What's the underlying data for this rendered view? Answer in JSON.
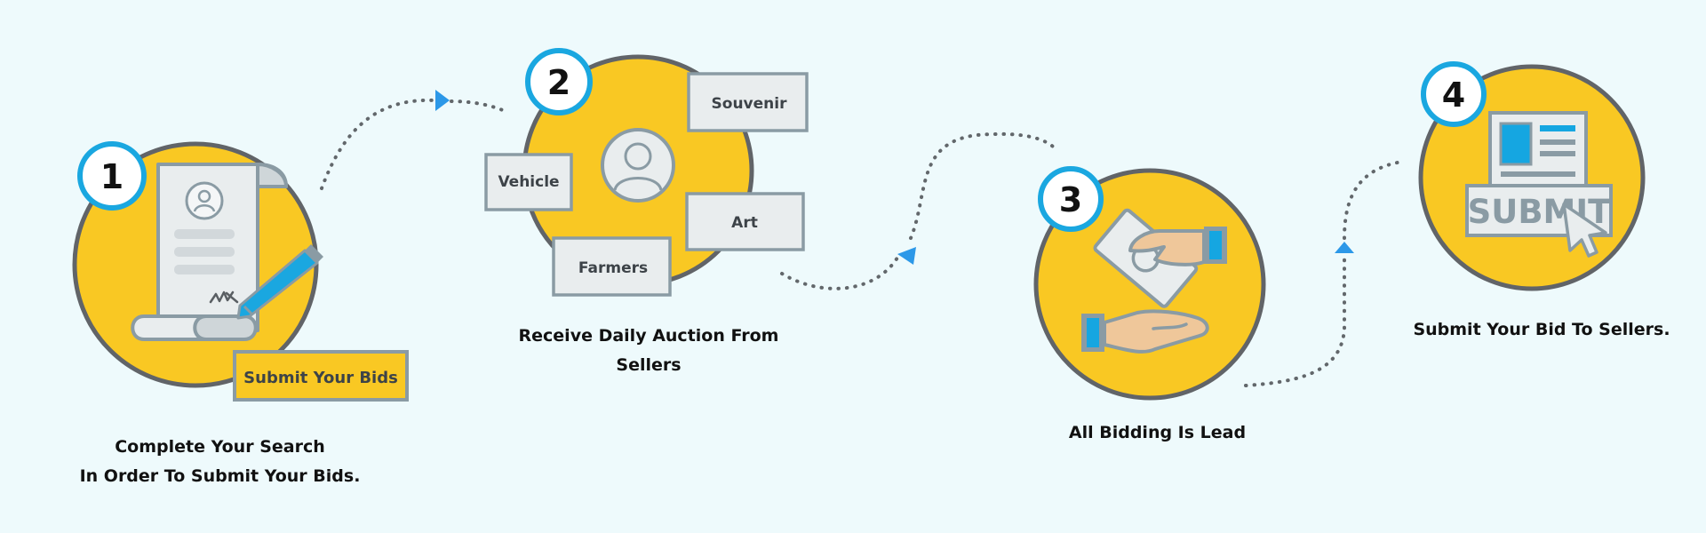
{
  "colors": {
    "background": "#eefafc",
    "circle_fill": "#f9c823",
    "circle_stroke": "#616468",
    "badge_ring": "#1aa7e0",
    "arrow": "#2c98e8",
    "card_fill": "#e9edee",
    "card_stroke": "#8a9ba4",
    "skin": "#efc79a",
    "cuff": "#15a6e1"
  },
  "steps": [
    {
      "number": "1",
      "icon": "contract-scroll-pen-icon",
      "tag": "Submit Your Bids",
      "caption": [
        "Complete Your Search",
        "In Order To Submit Your Bids."
      ]
    },
    {
      "number": "2",
      "icon": "user-avatar-icon",
      "categories": [
        "Souvenir",
        "Vehicle",
        "Art",
        "Farmers"
      ],
      "caption": [
        "Receive Daily Auction From",
        "Sellers"
      ]
    },
    {
      "number": "3",
      "icon": "hands-exchanging-money-icon",
      "caption": [
        "All Bidding Is Lead"
      ]
    },
    {
      "number": "4",
      "icon": "submit-form-cursor-icon",
      "button_text": "SUBMIT",
      "caption": [
        "Submit Your Bid To Sellers."
      ]
    }
  ]
}
